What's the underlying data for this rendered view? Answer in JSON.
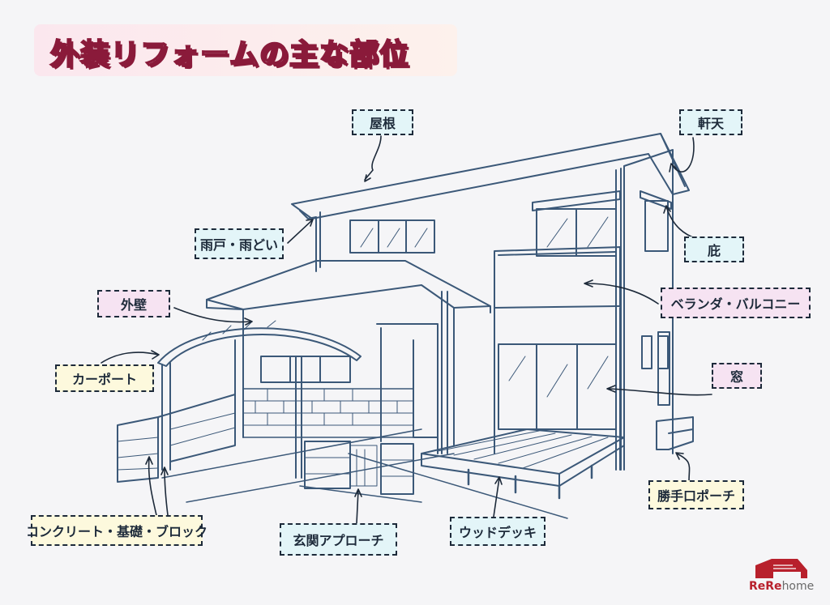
{
  "title": "外装リフォームの主な部位",
  "labels": {
    "roof": "屋根",
    "soffit": "軒天",
    "gutter": "雨戸・雨どい",
    "eave": "庇",
    "wall": "外壁",
    "balcony": "ベランダ・バルコニー",
    "carport": "カーポート",
    "window": "窓",
    "back_porch": "勝手口ポーチ",
    "block": "コンクリート・基礎・ブロック",
    "approach": "玄関アプローチ",
    "deck": "ウッドデッキ"
  },
  "logo": {
    "brand": "ReRe",
    "suffix": "home"
  },
  "colors": {
    "line": "#3b5878",
    "label_border": "#1d2a3a",
    "title_outline": "#8a1a3a",
    "logo_red": "#b8202c"
  }
}
